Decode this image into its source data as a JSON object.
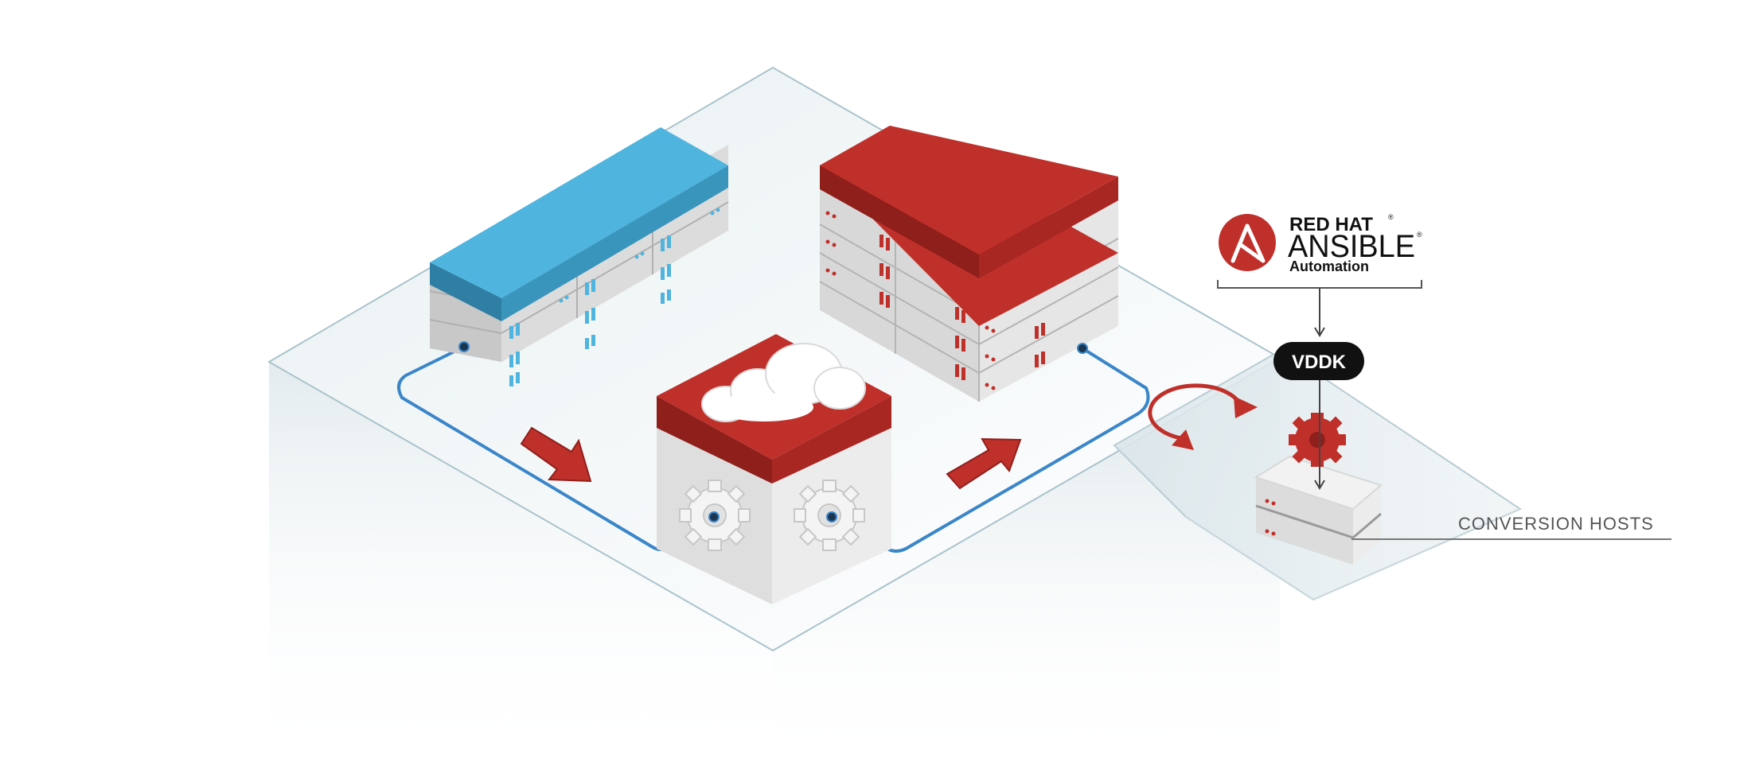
{
  "logo": {
    "brand_line1": "RED HAT",
    "brand_line2": "ANSIBLE",
    "brand_line3": "Automation",
    "registered_mark": "®"
  },
  "labels": {
    "vddk": "VDDK",
    "conversion_hosts": "CONVERSION HOSTS"
  },
  "colors": {
    "source_blue": "#4fb4de",
    "target_red": "#c0302b",
    "flow_line": "#3a86c8",
    "platform": "#e4ecef",
    "server_body": "#e6e6e6"
  },
  "icons": [
    "ansible-a-icon",
    "cloud-icon",
    "gear-icon",
    "arrow-right-icon",
    "sync-cycle-icon"
  ]
}
